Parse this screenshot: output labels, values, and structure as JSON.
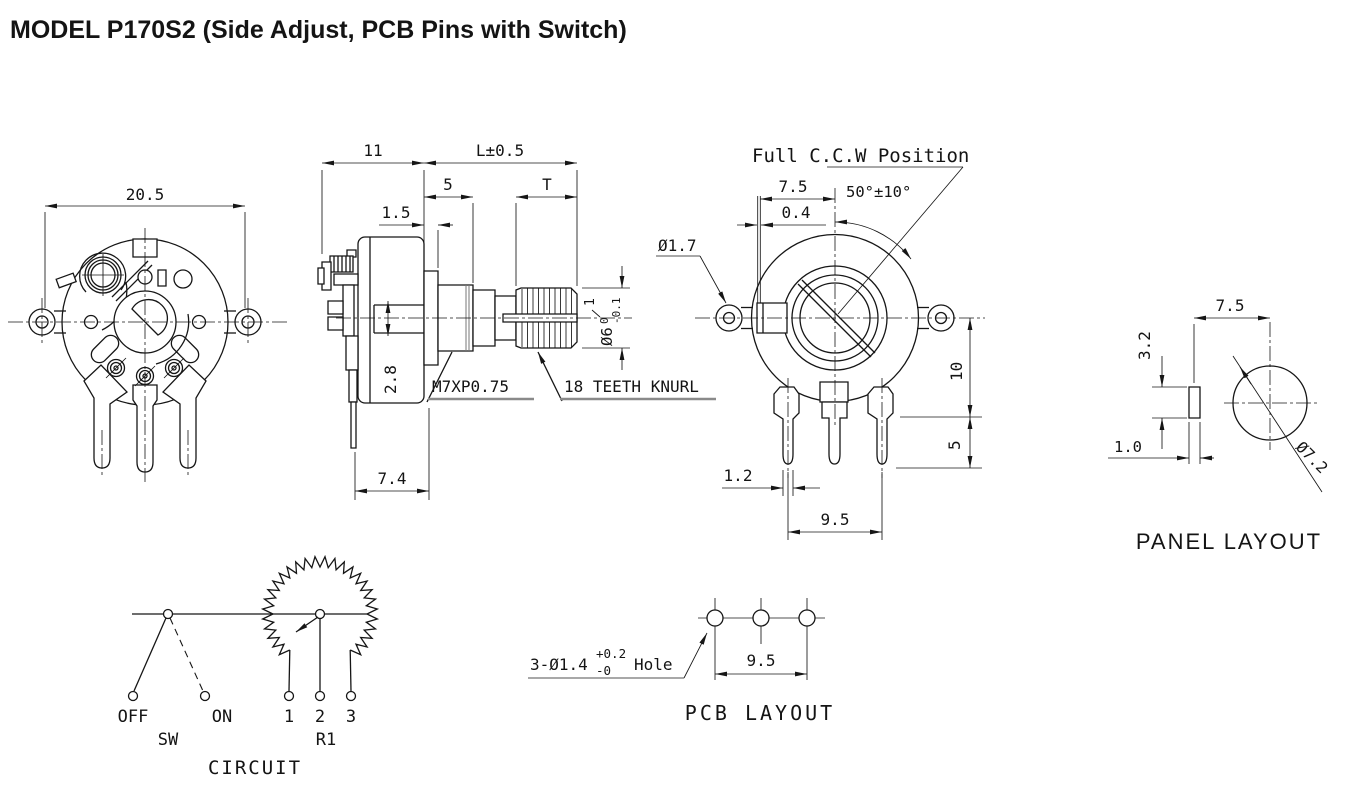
{
  "title": "MODEL P170S2  (Side Adjust, PCB Pins with Switch)",
  "colors": {
    "ink": "#161616",
    "underline_gray": "#8a8a8a",
    "background": "#ffffff"
  },
  "views": {
    "front": {
      "dim_width": "20.5"
    },
    "side": {
      "dim_depth": "11",
      "dim_shaft_length": "L±0.5",
      "dim_bushing_length": "5",
      "dim_knurl_length": "T",
      "dim_step": "1.5",
      "dim_flat_offset": "2.8",
      "dim_tab_offset": "7.4",
      "thread_note": "M7XP0.75",
      "knurl_note": "18 TEETH KNURL",
      "shaft_dia": "Ø6",
      "shaft_tol_upper": "0",
      "shaft_tol_lower": "-0.1",
      "slot_width": "1"
    },
    "rear": {
      "ccw_label": "Full C.C.W Position",
      "angle": "50°±10°",
      "dim_lever_offset": "7.5",
      "dim_lever_thickness": "0.4",
      "hole_dia": "Ø1.7",
      "dim_pin_shoulder": "10",
      "dim_pin_tail": "5",
      "dim_pin_width": "1.2",
      "dim_pin_pitch": "9.5"
    },
    "panel": {
      "title": "PANEL LAYOUT",
      "dim_offset": "7.5",
      "dim_slot_height": "3.2",
      "dim_slot_width": "1.0",
      "hole_dia": "Ø7.2"
    },
    "circuit": {
      "title": "CIRCUIT",
      "switch_label": "SW",
      "resistor_label": "R1",
      "off_label": "OFF",
      "on_label": "ON",
      "terminal_1": "1",
      "terminal_2": "2",
      "terminal_3": "3"
    },
    "pcb": {
      "title": "PCB LAYOUT",
      "hole_note": "3-Ø1.4",
      "hole_tol_upper": "+0.2",
      "hole_tol_lower": "-0",
      "hole_note_suffix": "Hole",
      "dim_pitch": "9.5"
    }
  }
}
